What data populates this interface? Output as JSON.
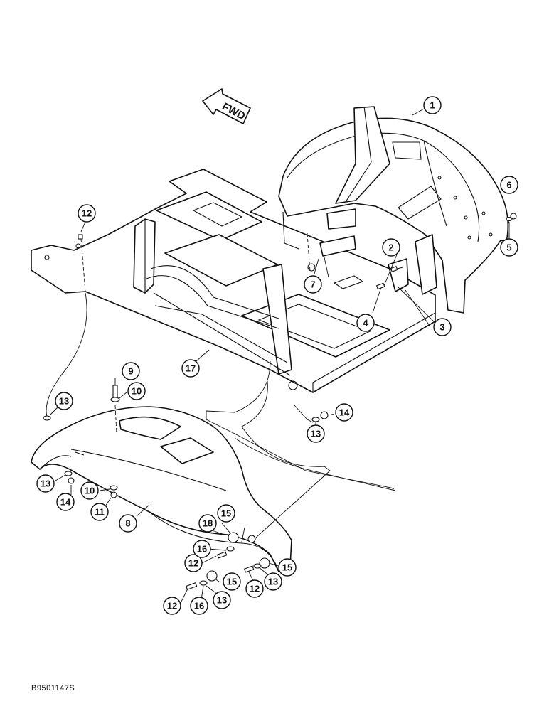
{
  "direction_label": "FWD",
  "reference_code": "B9501147S",
  "callouts": {
    "c1": "1",
    "c2": "2",
    "c3": "3",
    "c4": "4",
    "c5": "5",
    "c6": "6",
    "c7": "7",
    "c8": "8",
    "c9": "9",
    "c10a": "10",
    "c10b": "10",
    "c11": "11",
    "c12a": "12",
    "c12b": "12",
    "c12c": "12",
    "c12d": "12",
    "c13a": "13",
    "c13b": "13",
    "c13c": "13",
    "c13d": "13",
    "c13e": "13",
    "c14a": "14",
    "c14b": "14",
    "c15a": "15",
    "c15b": "15",
    "c15c": "15",
    "c16a": "16",
    "c16b": "16",
    "c17": "17",
    "c18": "18"
  }
}
